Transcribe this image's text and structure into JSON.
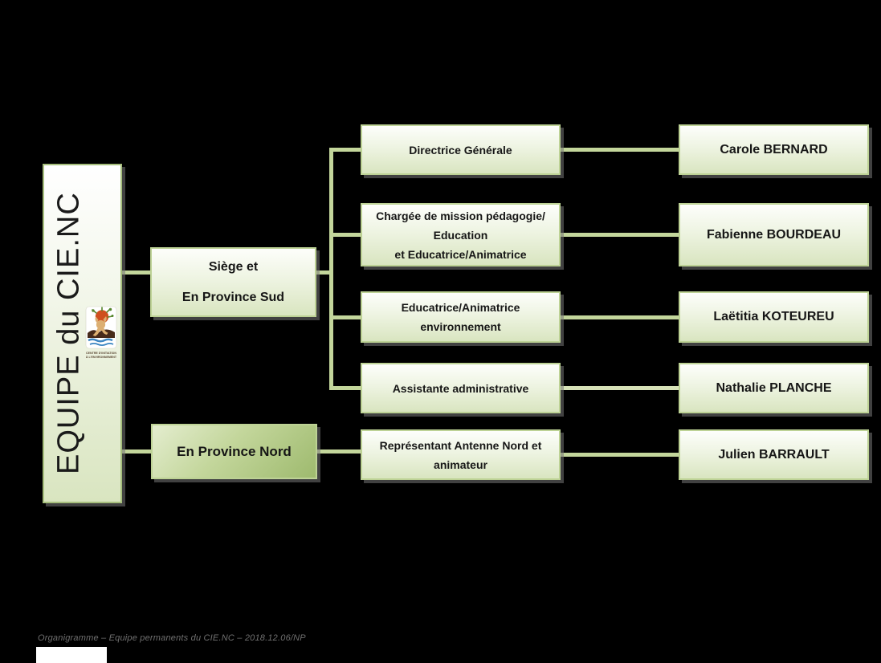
{
  "title": "EQUIPE du CIE.NC",
  "logo": {
    "caption_line1": "CENTRE D'INITIATION",
    "caption_line2": "À L'ENVIRONNEMENT"
  },
  "groups": {
    "sud": {
      "lines": [
        "Siège et",
        "En Province Sud"
      ]
    },
    "nord": {
      "label": "En Province Nord"
    }
  },
  "rows": [
    {
      "role_lines": [
        "Directrice Générale"
      ],
      "name": "Carole BERNARD"
    },
    {
      "role_lines": [
        "Chargée de mission pédagogie/",
        "Education",
        "et Educatrice/Animatrice"
      ],
      "name": "Fabienne BOURDEAU"
    },
    {
      "role_lines": [
        "Educatrice/Animatrice",
        "environnement"
      ],
      "name": "Laëtitia KOTEUREU"
    },
    {
      "role_lines": [
        "Assistante administrative"
      ],
      "name": "Nathalie PLANCHE"
    },
    {
      "role_lines": [
        "Représentant Antenne Nord et",
        "animateur"
      ],
      "name": "Julien BARRAULT"
    }
  ],
  "footer": "Organigramme – Equipe permanents du CIE.NC – 2018.12.06/NP",
  "colors": {
    "background": "#000000",
    "box_border": "#bdd295",
    "box_fill_top": "#fdfefb",
    "box_fill_bottom": "#d9e5c0",
    "nord_fill_dark": "#9eba6e",
    "connector": "#c3d69b",
    "connector_pale": "#d7e2b8",
    "footer_text": "#6f6f6f",
    "logo_sun": "#cf4f1f",
    "logo_water": "#3c86c2"
  }
}
